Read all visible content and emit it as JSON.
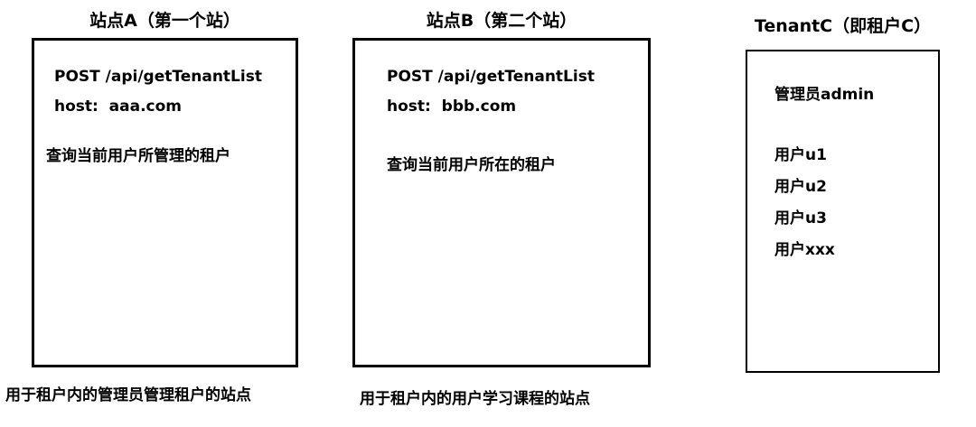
{
  "site_a": {
    "title": "站点A（第一个站）",
    "request": "POST /api/getTenantList",
    "host": "host:  aaa.com",
    "description": "查询当前用户所管理的租户",
    "caption": "用于租户内的管理员管理租户的站点"
  },
  "site_b": {
    "title": "站点B（第二个站）",
    "request": "POST /api/getTenantList",
    "host": "host:  bbb.com",
    "description": "查询当前用户所在的租户",
    "caption": "用于租户内的用户学习课程的站点"
  },
  "tenant_c": {
    "title": "TenantC（即租户C）",
    "admin": "管理员admin",
    "users": [
      "用户u1",
      "用户u2",
      "用户u3",
      "用户xxx"
    ]
  }
}
